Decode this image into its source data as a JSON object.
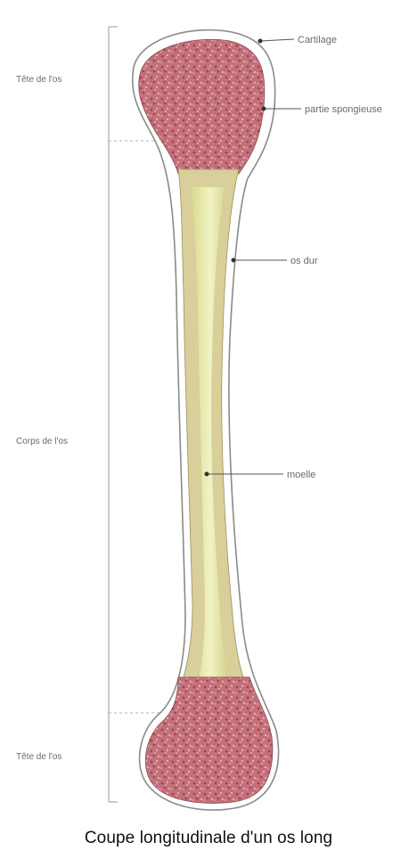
{
  "diagram": {
    "caption": "Coupe longitudinale d'un os long",
    "regions": {
      "top": "Tête de l'os",
      "middle": "Corps de l'os",
      "bottom": "Tête de l'os"
    },
    "labels": {
      "cartilage": "Cartilage",
      "spongy": "partie spongieuse",
      "compact": "os dur",
      "marrow": "moelle"
    }
  },
  "colors": {
    "spongy_bone": "#c4707a",
    "marrow": "#e9eab2",
    "outline": "#8a8a8a",
    "label_text": "#6a6a6a",
    "caption_text": "#111111"
  }
}
